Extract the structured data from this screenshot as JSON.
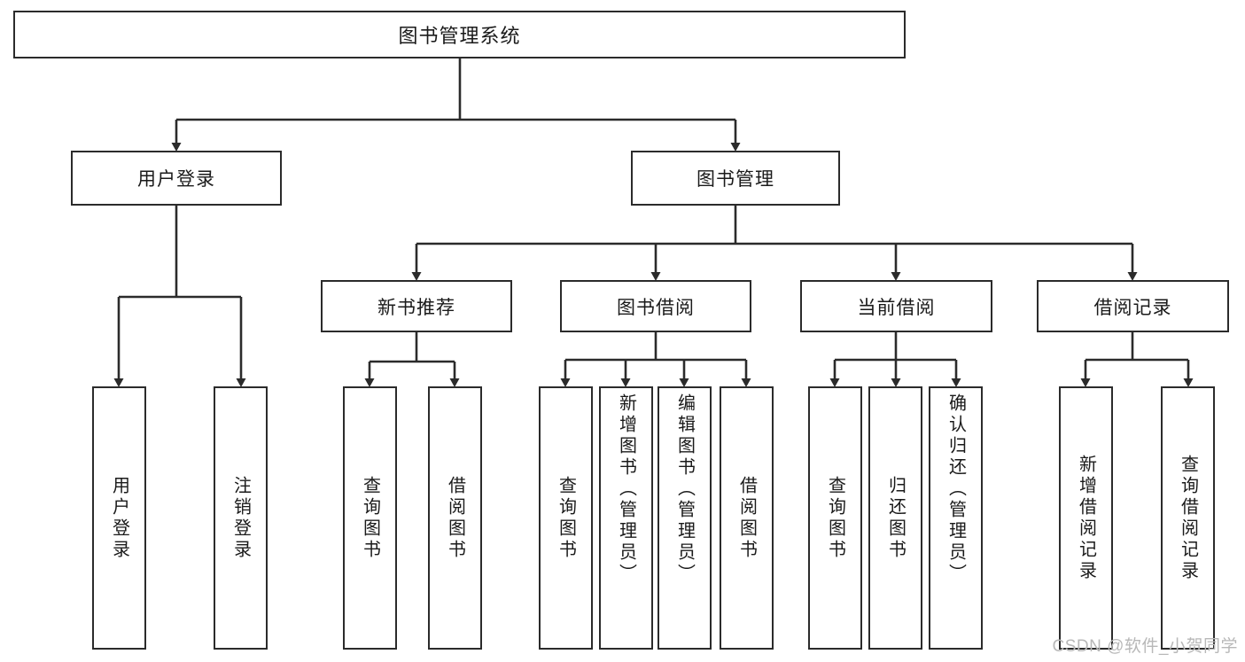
{
  "diagram": {
    "title": "图书管理系统",
    "type": "tree-hierarchy-chart",
    "line_color": "#2b2b2b",
    "box_fill": "#ffffff",
    "text_color": "#1a1a1a",
    "root": {
      "label": "图书管理系统"
    },
    "level2": [
      {
        "label": "用户登录"
      },
      {
        "label": "图书管理"
      }
    ],
    "level3": [
      {
        "label": "新书推荐"
      },
      {
        "label": "图书借阅"
      },
      {
        "label": "当前借阅"
      },
      {
        "label": "借阅记录"
      }
    ],
    "leaves": {
      "user_login": [
        {
          "label": "用户登录"
        },
        {
          "label": "注销登录"
        }
      ],
      "new_book_recommend": [
        {
          "label": "查询图书"
        },
        {
          "label": "借阅图书"
        }
      ],
      "book_borrow": [
        {
          "label": "查询图书"
        },
        {
          "label": "新增图书（管理员）"
        },
        {
          "label": "编辑图书（管理员）"
        },
        {
          "label": "借阅图书"
        }
      ],
      "current_borrow": [
        {
          "label": "查询图书"
        },
        {
          "label": "归还图书"
        },
        {
          "label": "确认归还（管理员）"
        }
      ],
      "borrow_record": [
        {
          "label": "新增借阅记录"
        },
        {
          "label": "查询借阅记录"
        }
      ]
    }
  },
  "watermark": {
    "text": "CSDN @软件_小贺同学"
  }
}
